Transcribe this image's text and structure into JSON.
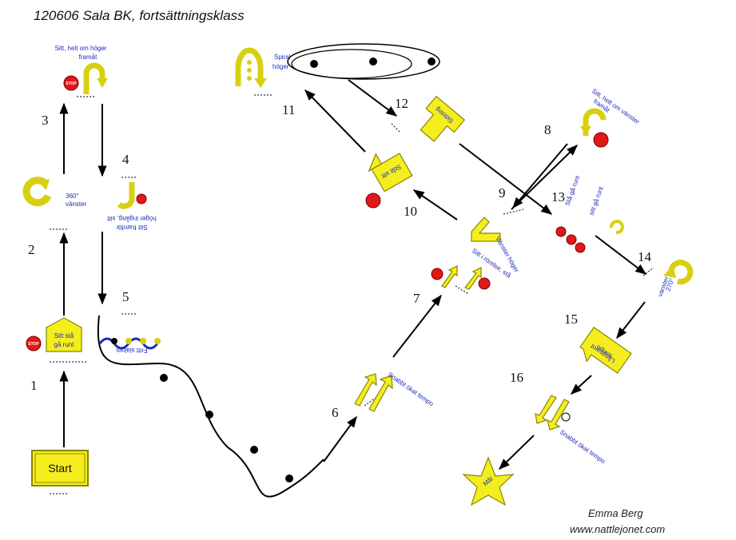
{
  "title": "120606 Sala BK, fortsättningsklass",
  "start_label": "Start",
  "finish_label": "Mål",
  "numbers": [
    "1",
    "2",
    "3",
    "4",
    "5",
    "6",
    "7",
    "8",
    "9",
    "10",
    "11",
    "12",
    "13",
    "14",
    "15",
    "16"
  ],
  "signs": {
    "s1": [
      "Sitt stå",
      "gå runt"
    ],
    "s2": [
      "360°",
      "vänster"
    ],
    "s3": [
      "Sitt, helt om höger",
      "framåt"
    ],
    "s4": [
      "Sitt framför",
      "höger ingång, sitt"
    ],
    "s5": "Fritt slalom",
    "s6": "Snabbt ökat tempo",
    "s7": "Sitt i rörelse, stå",
    "s8": [
      "Sitt, helt om vänster",
      "framåt"
    ],
    "s9": "Vänster höger",
    "s10": "Ståt sitt",
    "s11": [
      "Spiral",
      "höger"
    ],
    "s12": "Sidsteg",
    "s13": [
      "Stå gå runt",
      "sitt gå runt"
    ],
    "s14": [
      "270°",
      "vänster"
    ],
    "s15": [
      "Långsamt",
      "tempo"
    ],
    "s16": "Snabbt ökat tempo"
  },
  "stop_label": "STOP",
  "author": "Emma Berg",
  "website": "www.nattlejonet.com",
  "colors": {
    "sign": "#f5ee1e",
    "stop": "#e01818",
    "label": "#1a2bb8"
  }
}
